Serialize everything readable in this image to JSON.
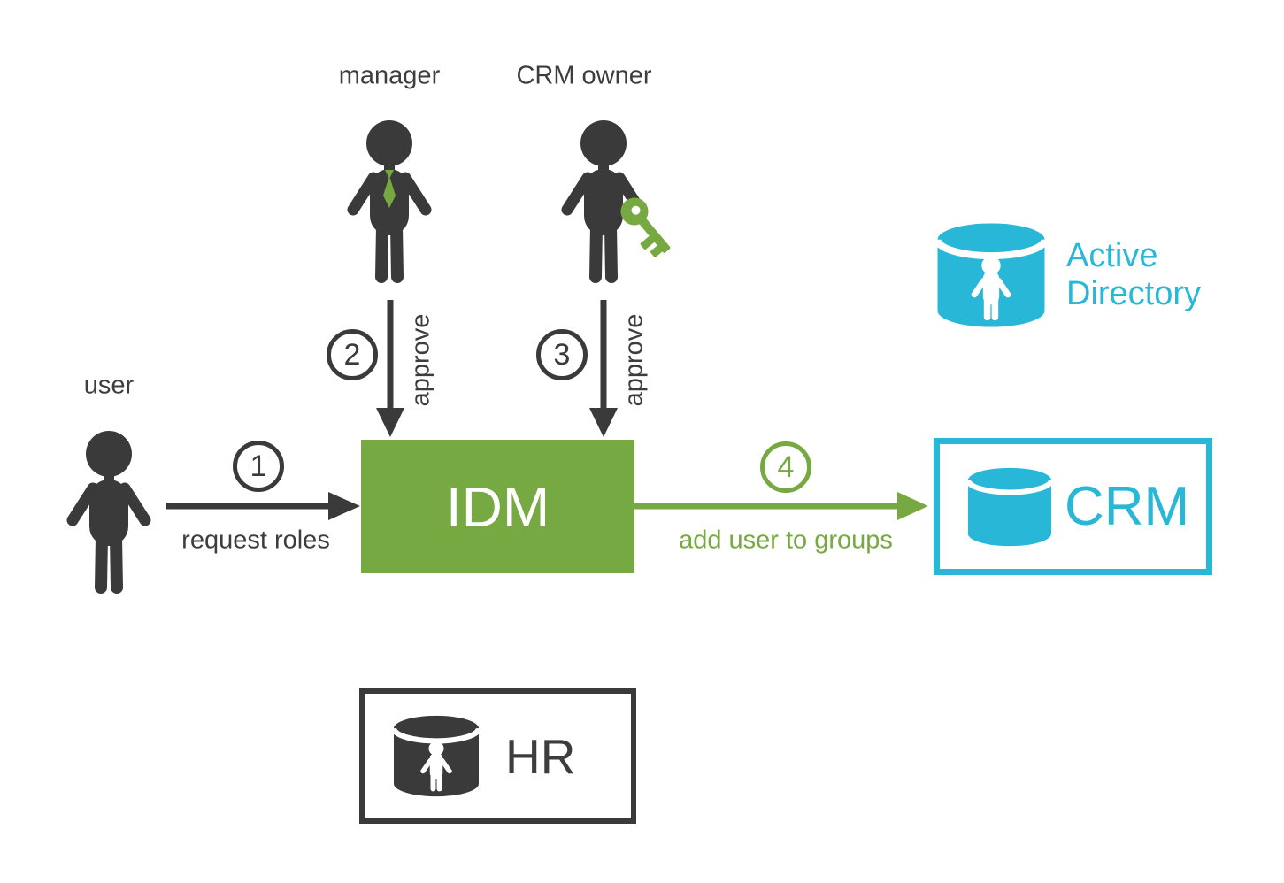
{
  "colors": {
    "dark": "#3a3a3a",
    "text": "#3d3d3d",
    "green": "#76a941",
    "cyan": "#29b7d8"
  },
  "actors": {
    "user": {
      "label": "user"
    },
    "manager": {
      "label": "manager"
    },
    "crm_owner": {
      "label": "CRM owner"
    }
  },
  "systems": {
    "idm": {
      "label": "IDM"
    },
    "active_directory": {
      "line1": "Active",
      "line2": "Directory"
    },
    "crm": {
      "label": "CRM"
    },
    "hr": {
      "label": "HR"
    }
  },
  "flows": [
    {
      "step": "1",
      "from": "user",
      "to": "IDM",
      "label": "request roles"
    },
    {
      "step": "2",
      "from": "manager",
      "to": "IDM",
      "label": "approve"
    },
    {
      "step": "3",
      "from": "CRM owner",
      "to": "IDM",
      "label": "approve"
    },
    {
      "step": "4",
      "from": "IDM",
      "to": "CRM",
      "label": "add user to groups"
    }
  ]
}
